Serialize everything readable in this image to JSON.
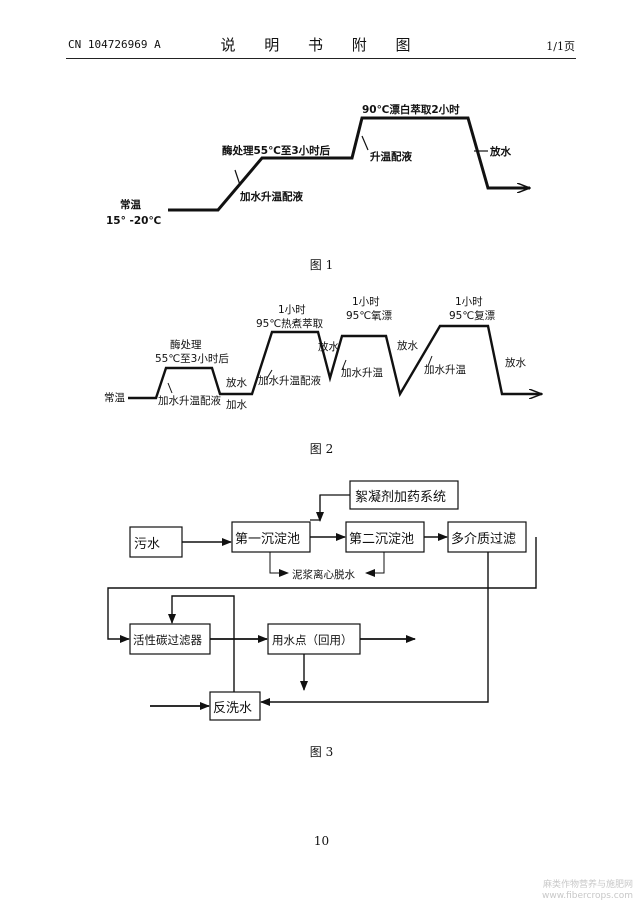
{
  "header": {
    "pub_no": "CN 104726969 A",
    "title": "说 明 书 附 图",
    "page": "1/1页"
  },
  "fig1": {
    "caption": "图 1",
    "room_temp": "常温",
    "temp_range": "15° -20℃",
    "add_water": "加水升温配液",
    "enzyme": "酶处理55℃至3小时后",
    "heat": "升温配液",
    "bleach": "90℃漂白萃取2小时",
    "drain": "放水"
  },
  "fig2": {
    "caption": "图 2",
    "room_temp": "常温",
    "enzyme_1": "酶处理",
    "enzyme_2": "55℃至3小时后",
    "add_water_1": "加水升温配液",
    "drain_1": "放水",
    "add_water_2": "加水",
    "hot_1": "1小时",
    "hot_2": "95℃热煮萃取",
    "add_water_3": "加水升温配液",
    "drain_2": "放水",
    "oxy_1": "1小时",
    "oxy_2": "95℃氧漂",
    "add_water_4": "加水升温",
    "drain_3": "放水",
    "re_1": "1小时",
    "re_2": "95℃复漂",
    "add_water_5": "加水升温",
    "drain_4": "放水"
  },
  "fig3": {
    "caption": "图 3",
    "sewage": "污水",
    "tank1": "第一沉淀池",
    "tank2": "第二沉淀池",
    "flocculant": "絮凝剂加药系统",
    "multimedia": "多介质过滤",
    "sludge": "泥浆离心脱水",
    "carbon": "活性碳过滤器",
    "use_point": "用水点（回用）",
    "backwash": "反洗水"
  },
  "page_number": "10",
  "watermark": {
    "line1": "麻类作物营养与施肥网",
    "line2": "www.fibercrops.com"
  }
}
